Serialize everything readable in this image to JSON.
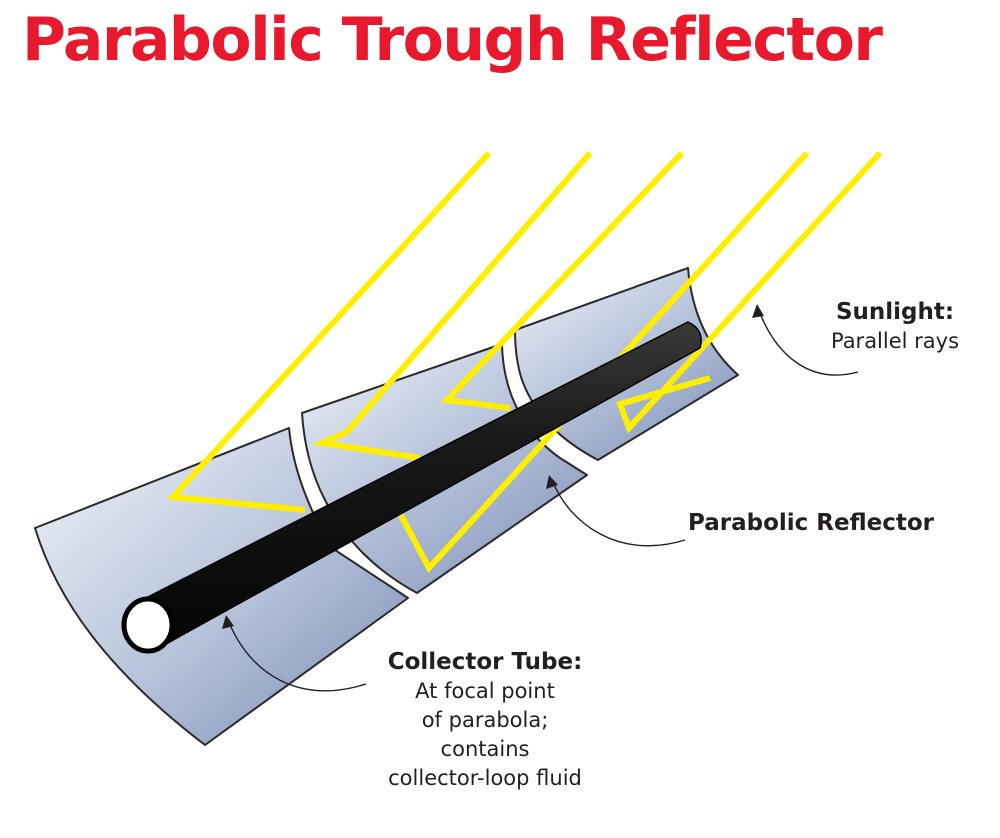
{
  "title": "Parabolic Trough Reflector",
  "labels": {
    "sunlight": {
      "heading": "Sunlight:",
      "lines": [
        "Parallel rays"
      ]
    },
    "reflector": {
      "heading": "Parabolic Reflector"
    },
    "collector_tube": {
      "heading": "Collector Tube:",
      "lines": [
        "At focal point",
        "of parabola;",
        "contains",
        "collector-loop fluid"
      ]
    }
  },
  "colors": {
    "title": "#e8192c",
    "rays": "#ffee00",
    "tube": "#111111",
    "reflector_light": "#e8edf6",
    "reflector_dark": "#7f93b8",
    "text": "#231f20"
  }
}
